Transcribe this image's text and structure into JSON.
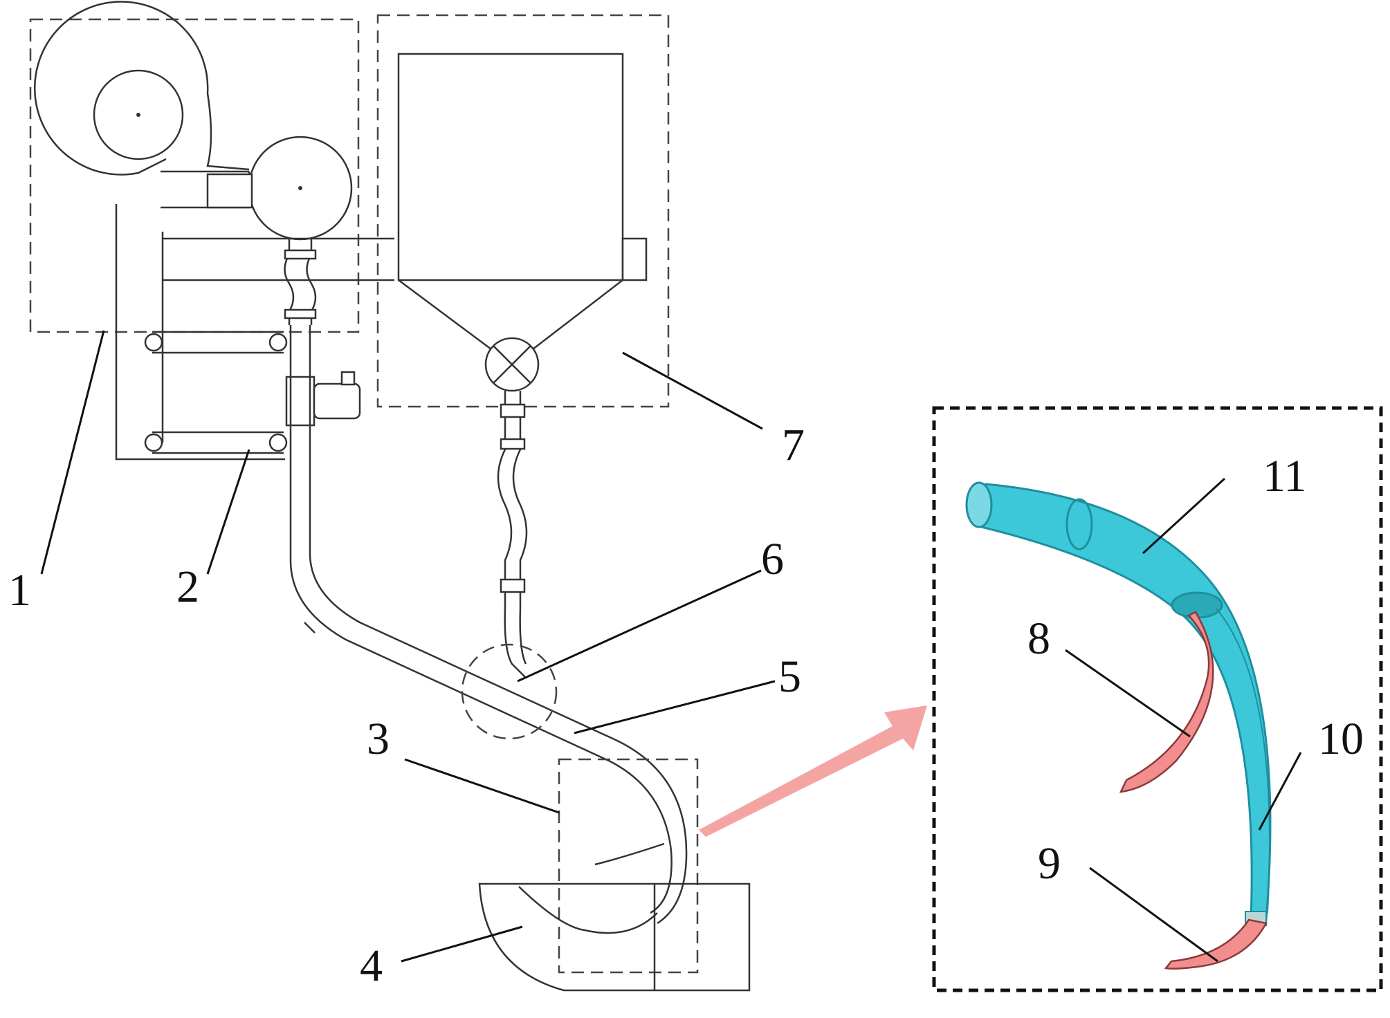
{
  "figure": {
    "callouts": [
      {
        "id": "1",
        "text": "1"
      },
      {
        "id": "2",
        "text": "2"
      },
      {
        "id": "3",
        "text": "3"
      },
      {
        "id": "4",
        "text": "4"
      },
      {
        "id": "5",
        "text": "5"
      },
      {
        "id": "6",
        "text": "6"
      },
      {
        "id": "7",
        "text": "7"
      },
      {
        "id": "8",
        "text": "8"
      },
      {
        "id": "9",
        "text": "9"
      },
      {
        "id": "10",
        "text": "10"
      },
      {
        "id": "11",
        "text": "11"
      }
    ],
    "colors": {
      "line": "#333333",
      "tube_fill": "#3cc8d8",
      "tube_stroke": "#1e8fa0",
      "blade_fill": "#f28e8e",
      "blade_stroke": "#8a3a3a",
      "arrow": "#f49a9a"
    }
  }
}
